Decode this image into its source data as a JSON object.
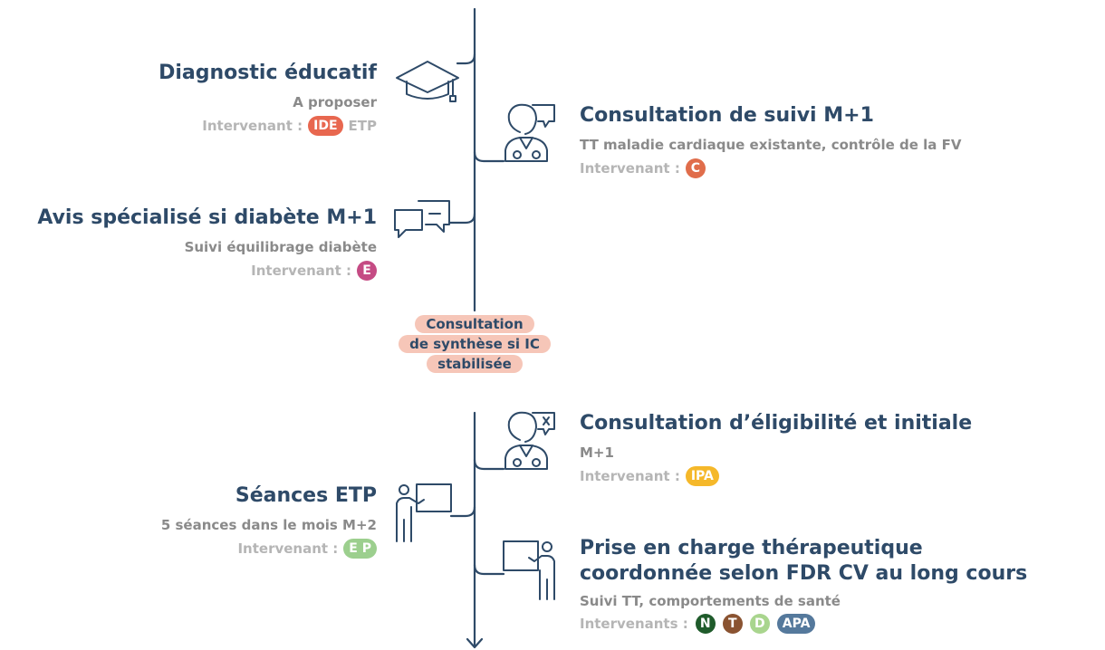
{
  "colors": {
    "line": "#2e4a68",
    "IDE": "#e8674f",
    "C": "#e06d4b",
    "E": "#c54b84",
    "IPA": "#f5b82a",
    "EP": "#9ccf8e",
    "N": "#1f5b2b",
    "T": "#8a5331",
    "D": "#a9d58e",
    "APA": "#55799c",
    "synthese_bg": "#f6c6b8"
  },
  "items": {
    "diagnostic": {
      "title": "Diagnostic éducatif",
      "subtitle": "A proposer",
      "intervenant_label": "Intervenant :",
      "badges": [
        "IDE"
      ],
      "extra": "ETP",
      "icon": "graduation-cap-icon"
    },
    "consultation_suivi": {
      "title": "Consultation de suivi M+1",
      "subtitle": "TT maladie cardiaque existante, contrôle de la FV",
      "intervenant_label": "Intervenant :",
      "badges": [
        "C"
      ],
      "icon": "doctor-speech-icon"
    },
    "avis": {
      "title": "Avis spécialisé si diabète M+1",
      "subtitle": "Suivi équilibrage diabète",
      "intervenant_label": "Intervenant :",
      "badges": [
        "E"
      ],
      "icon": "chat-bubbles-icon"
    },
    "synthese": {
      "lines": [
        "Consultation",
        "de synthèse si IC",
        "stabilisée"
      ]
    },
    "eligibilite": {
      "title": "Consultation d’éligibilité et initiale",
      "subtitle": "M+1",
      "intervenant_label": "Intervenant :",
      "badges": [
        "IPA"
      ],
      "icon": "doctor-sparkle-icon"
    },
    "seances": {
      "title": "Séances ETP",
      "subtitle": "5 séances dans le mois M+2",
      "intervenant_label": "Intervenant :",
      "badges": [
        "E P"
      ],
      "icon": "teacher-board-icon"
    },
    "prise_en_charge": {
      "title_line1": "Prise en charge thérapeutique",
      "title_line2": "coordonnée selon FDR CV au long cours",
      "subtitle": "Suivi TT, comportements de santé",
      "intervenant_label": "Intervenants :",
      "badges": [
        "N",
        "T",
        "D",
        "APA"
      ],
      "icon": "presenter-board-icon"
    }
  }
}
